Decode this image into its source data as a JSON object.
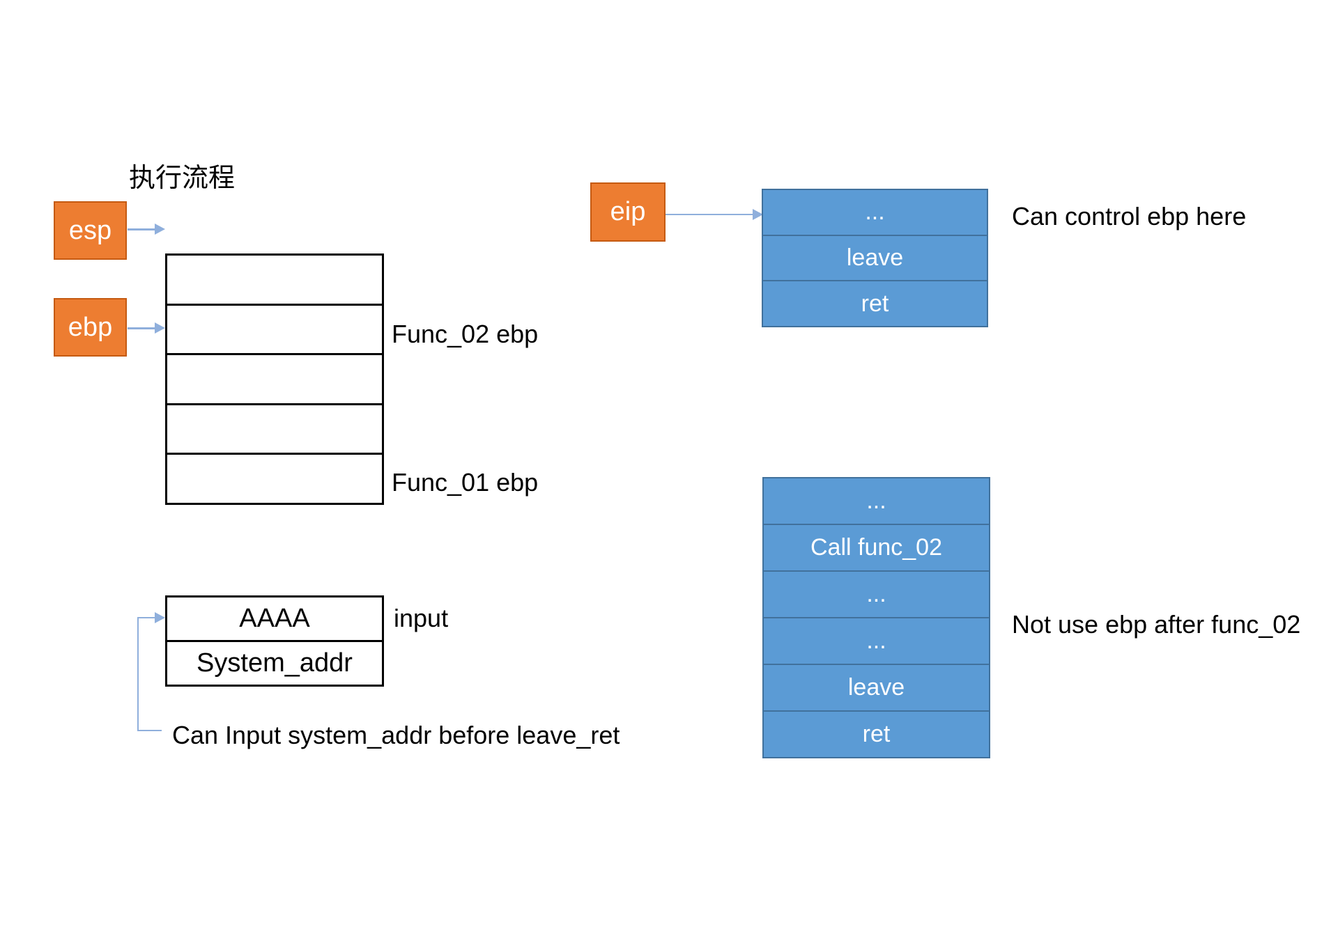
{
  "title": "执行流程",
  "colors": {
    "accent-orange": "#ED7D31",
    "accent-orange-border": "#C55A11",
    "accent-blue": "#5B9BD5",
    "accent-blue-border": "#41719C",
    "arrow-blue": "#8FAFDC",
    "table-border": "#000000"
  },
  "left": {
    "esp": "esp",
    "ebp": "ebp",
    "func02_label": "Func_02 ebp",
    "func01_label": "Func_01 ebp",
    "input_rows": [
      "AAAA",
      "System_addr"
    ],
    "input_label": "input",
    "note": "Can Input system_addr before leave_ret"
  },
  "right": {
    "eip": "eip",
    "top_block": {
      "rows": [
        "...",
        "leave",
        "ret"
      ],
      "note": "Can control ebp here"
    },
    "bottom_block": {
      "rows": [
        "...",
        "Call func_02",
        "...",
        "...",
        "leave",
        "ret"
      ],
      "note": "Not use ebp after func_02"
    }
  }
}
